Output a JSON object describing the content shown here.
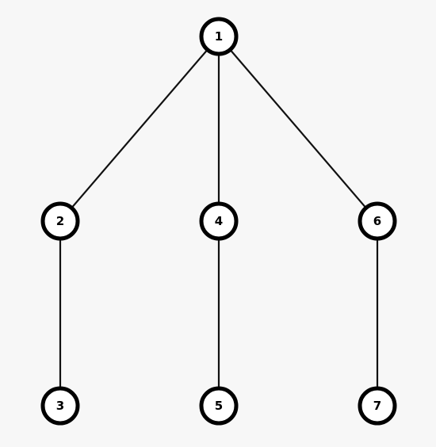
{
  "colors": {
    "background": "#f7f7f7",
    "node_fill": "#ffffff",
    "node_stroke": "#000000",
    "edge": "#111111"
  },
  "tree": {
    "nodes": [
      {
        "id": "1",
        "label": "1"
      },
      {
        "id": "2",
        "label": "2"
      },
      {
        "id": "3",
        "label": "3"
      },
      {
        "id": "4",
        "label": "4"
      },
      {
        "id": "5",
        "label": "5"
      },
      {
        "id": "6",
        "label": "6"
      },
      {
        "id": "7",
        "label": "7"
      }
    ],
    "edges": [
      {
        "from": "1",
        "to": "2"
      },
      {
        "from": "1",
        "to": "4"
      },
      {
        "from": "1",
        "to": "6"
      },
      {
        "from": "2",
        "to": "3"
      },
      {
        "from": "4",
        "to": "5"
      },
      {
        "from": "6",
        "to": "7"
      }
    ]
  }
}
